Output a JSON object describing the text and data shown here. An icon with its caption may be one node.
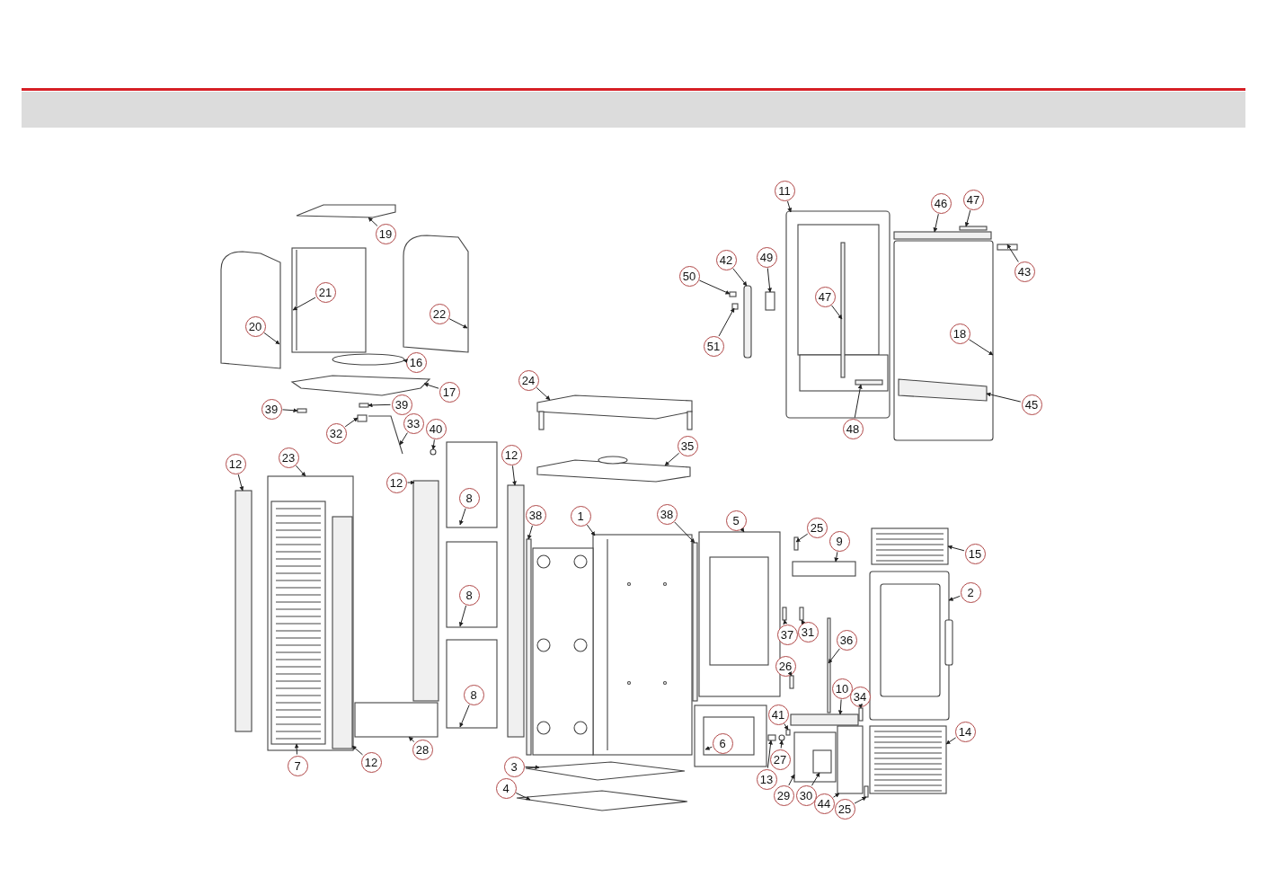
{
  "diagram": {
    "nodes": [
      {
        "text": [
          "11"
        ]
      },
      {
        "text": [
          "46"
        ]
      },
      {
        "text": [
          "47"
        ]
      },
      {
        "text": [
          "19"
        ]
      },
      {
        "text": [
          "42"
        ]
      },
      {
        "text": [
          "49"
        ]
      },
      {
        "text": [
          "50"
        ]
      },
      {
        "text": [
          "43"
        ]
      },
      {
        "text": [
          "21"
        ],
        "in": 68
      },
      {
        "text": [
          "47"
        ],
        "in": 60
      },
      {
        "text": [
          "22"
        ],
        "in": 70
      },
      {
        "text": [
          "20"
        ],
        "in": 71
      },
      {
        "text": [
          "18"
        ],
        "in": 72
      },
      {
        "text": [
          "51"
        ]
      },
      {
        "text": [
          "16"
        ]
      },
      {
        "text": [
          "17"
        ]
      },
      {
        "text": [
          "24"
        ]
      },
      {
        "text": [
          "45"
        ]
      },
      {
        "text": [
          "39"
        ]
      },
      {
        "text": [
          "39"
        ]
      },
      {
        "text": [
          "33"
        ]
      },
      {
        "text": [
          "32"
        ]
      },
      {
        "text": [
          "40"
        ]
      },
      {
        "text": [
          "48"
        ]
      },
      {
        "text": [
          "35"
        ]
      },
      {
        "text": [
          "12"
        ]
      },
      {
        "text": [
          "23"
        ]
      },
      {
        "text": [
          "12"
        ]
      },
      {
        "text": [
          "12"
        ]
      },
      {
        "text": [
          "8"
        ],
        "in": 89
      },
      {
        "text": [
          "38"
        ]
      },
      {
        "text": [
          "1"
        ]
      },
      {
        "text": [
          "38"
        ]
      },
      {
        "text": [
          "5"
        ]
      },
      {
        "text": [
          "25"
        ]
      },
      {
        "text": [
          "9"
        ]
      },
      {
        "text": [
          "15"
        ]
      },
      {
        "text": [
          "2"
        ]
      },
      {
        "text": [
          "8"
        ],
        "in": 98
      },
      {
        "text": [
          "37"
        ]
      },
      {
        "text": [
          "31"
        ]
      },
      {
        "text": [
          "36"
        ]
      },
      {
        "text": [
          "26"
        ]
      },
      {
        "text": [
          "10"
        ]
      },
      {
        "text": [
          "34"
        ]
      },
      {
        "text": [
          "8"
        ],
        "in": 105
      },
      {
        "text": [
          "41"
        ]
      },
      {
        "text": [
          "14"
        ]
      },
      {
        "text": [
          "6"
        ],
        "in": 108
      },
      {
        "text": [
          "27"
        ]
      },
      {
        "text": [
          "28"
        ]
      },
      {
        "text": [
          "7"
        ]
      },
      {
        "text": [
          "12"
        ]
      },
      {
        "text": [
          "3"
        ]
      },
      {
        "text": [
          "13"
        ]
      },
      {
        "text": [
          "4"
        ]
      },
      {
        "text": [
          "29"
        ]
      },
      {
        "text": [
          "30"
        ]
      },
      {
        "text": [
          "44"
        ]
      },
      {
        "text": [
          "25"
        ]
      },
      {
        "text": [],
        "shape": "picture"
      },
      {
        "text": [],
        "shape": "bar"
      },
      {
        "text": [],
        "shape": "bar"
      },
      {
        "text": [],
        "shape": "box"
      },
      {
        "text": [],
        "shape": "bar"
      },
      {
        "text": [],
        "shape": "box"
      },
      {
        "text": [],
        "shape": "box"
      },
      {
        "text": [],
        "shape": "box"
      },
      {
        "text": [],
        "shape": "picture"
      },
      {
        "text": [],
        "shape": "bar",
        "in": 60
      },
      {
        "text": [],
        "shape": "box"
      },
      {
        "text": [],
        "shape": "box"
      },
      {
        "text": [],
        "shape": "picture"
      },
      {
        "text": [],
        "shape": "box"
      },
      {
        "text": [],
        "shape": "circle"
      },
      {
        "text": [],
        "shape": "box"
      },
      {
        "text": [],
        "shape": "picture"
      },
      {
        "text": [],
        "shape": "bar",
        "in": 72
      },
      {
        "text": [],
        "shape": "box"
      },
      {
        "text": [],
        "shape": "box"
      },
      {
        "text": [],
        "shape": "bar"
      },
      {
        "text": [],
        "shape": "box"
      },
      {
        "text": [],
        "shape": "circle"
      },
      {
        "text": [],
        "shape": "bar",
        "in": 60
      },
      {
        "text": [],
        "shape": "picture"
      },
      {
        "text": [],
        "shape": "bar"
      },
      {
        "text": [],
        "shape": "box"
      },
      {
        "text": [],
        "shape": "bar"
      },
      {
        "text": [],
        "shape": "bar"
      },
      {
        "text": [],
        "shape": "box"
      },
      {
        "text": [],
        "shape": "bar"
      },
      {
        "text": [],
        "shape": "picture"
      },
      {
        "text": [],
        "shape": "bar"
      },
      {
        "text": [],
        "shape": "picture"
      },
      {
        "text": [],
        "shape": "box"
      },
      {
        "text": [],
        "shape": "box"
      },
      {
        "text": [],
        "shape": "picture"
      },
      {
        "text": [],
        "shape": "picture"
      },
      {
        "text": [],
        "shape": "box"
      },
      {
        "text": [],
        "shape": "box"
      },
      {
        "text": [],
        "shape": "box"
      },
      {
        "text": [],
        "shape": "bar"
      },
      {
        "text": [],
        "shape": "box"
      },
      {
        "text": [],
        "shape": "bar"
      },
      {
        "text": [],
        "shape": "box"
      },
      {
        "text": [],
        "shape": "box"
      },
      {
        "text": [],
        "shape": "box"
      },
      {
        "text": [],
        "shape": "picture"
      },
      {
        "text": [],
        "shape": "picture"
      },
      {
        "text": [],
        "shape": "circle"
      },
      {
        "text": [],
        "shape": "box"
      },
      {
        "text": [],
        "shape": "picture",
        "in": 86
      },
      {
        "text": [],
        "shape": "bar",
        "in": 86
      },
      {
        "text": [],
        "shape": "box"
      },
      {
        "text": [],
        "shape": "box"
      },
      {
        "text": [],
        "shape": "box"
      },
      {
        "text": [],
        "shape": "box"
      },
      {
        "text": [],
        "shape": "box",
        "in": 116
      },
      {
        "text": [],
        "shape": "box"
      },
      {
        "text": [],
        "shape": "box"
      }
    ],
    "edges": [
      {
        "from": 0,
        "to": 60,
        "arrow": "to"
      },
      {
        "from": 1,
        "to": 61,
        "arrow": "to"
      },
      {
        "from": 2,
        "to": 62,
        "arrow": "to"
      },
      {
        "from": 3,
        "to": 63,
        "arrow": "to"
      },
      {
        "from": 4,
        "to": 64,
        "arrow": "to"
      },
      {
        "from": 5,
        "to": 65,
        "arrow": "to"
      },
      {
        "from": 6,
        "to": 66,
        "arrow": "to"
      },
      {
        "from": 7,
        "to": 67,
        "arrow": "to"
      },
      {
        "from": 8,
        "to": 68,
        "arrow": "to"
      },
      {
        "from": 9,
        "to": 69,
        "arrow": "to"
      },
      {
        "from": 10,
        "to": 70,
        "arrow": "to"
      },
      {
        "from": 11,
        "to": 71,
        "arrow": "to"
      },
      {
        "from": 12,
        "to": 72,
        "arrow": "to"
      },
      {
        "from": 13,
        "to": 73,
        "arrow": "to"
      },
      {
        "from": 14,
        "to": 74,
        "arrow": "to"
      },
      {
        "from": 15,
        "to": 75,
        "arrow": "to"
      },
      {
        "from": 16,
        "to": 76,
        "arrow": "to"
      },
      {
        "from": 17,
        "to": 77,
        "arrow": "to"
      },
      {
        "from": 18,
        "to": 78,
        "arrow": "to"
      },
      {
        "from": 19,
        "to": 79,
        "arrow": "to"
      },
      {
        "from": 20,
        "to": 80,
        "arrow": "to"
      },
      {
        "from": 21,
        "to": 81,
        "arrow": "to"
      },
      {
        "from": 22,
        "to": 82,
        "arrow": "to"
      },
      {
        "from": 23,
        "to": 83,
        "arrow": "to"
      },
      {
        "from": 24,
        "to": 84,
        "arrow": "to"
      },
      {
        "from": 25,
        "to": 85,
        "arrow": "to"
      },
      {
        "from": 26,
        "to": 86,
        "arrow": "to"
      },
      {
        "from": 27,
        "to": 87,
        "arrow": "to"
      },
      {
        "from": 28,
        "to": 88,
        "arrow": "to"
      },
      {
        "from": 29,
        "to": 89,
        "arrow": "to"
      },
      {
        "from": 30,
        "to": 90,
        "arrow": "to"
      },
      {
        "from": 31,
        "to": 91,
        "arrow": "to"
      },
      {
        "from": 32,
        "to": 92,
        "arrow": "to"
      },
      {
        "from": 33,
        "to": 93,
        "arrow": "to"
      },
      {
        "from": 34,
        "to": 94,
        "arrow": "to"
      },
      {
        "from": 35,
        "to": 95,
        "arrow": "to"
      },
      {
        "from": 36,
        "to": 96,
        "arrow": "to"
      },
      {
        "from": 37,
        "to": 97,
        "arrow": "to"
      },
      {
        "from": 38,
        "to": 98,
        "arrow": "to"
      },
      {
        "from": 39,
        "to": 99,
        "arrow": "to"
      },
      {
        "from": 40,
        "to": 100,
        "arrow": "to"
      },
      {
        "from": 41,
        "to": 101,
        "arrow": "to"
      },
      {
        "from": 42,
        "to": 102,
        "arrow": "to"
      },
      {
        "from": 43,
        "to": 103,
        "arrow": "to"
      },
      {
        "from": 44,
        "to": 104,
        "arrow": "to"
      },
      {
        "from": 45,
        "to": 105,
        "arrow": "to"
      },
      {
        "from": 46,
        "to": 106,
        "arrow": "to"
      },
      {
        "from": 47,
        "to": 107,
        "arrow": "to"
      },
      {
        "from": 48,
        "to": 108,
        "arrow": "to"
      },
      {
        "from": 49,
        "to": 109,
        "arrow": "to"
      },
      {
        "from": 50,
        "to": 110,
        "arrow": "to"
      },
      {
        "from": 51,
        "to": 111,
        "arrow": "to"
      },
      {
        "from": 52,
        "to": 112,
        "arrow": "to"
      },
      {
        "from": 53,
        "to": 113,
        "arrow": "to"
      },
      {
        "from": 54,
        "to": 114,
        "arrow": "to"
      },
      {
        "from": 55,
        "to": 115,
        "arrow": "to"
      },
      {
        "from": 56,
        "to": 116,
        "arrow": "to"
      },
      {
        "from": 57,
        "to": 117,
        "arrow": "to"
      },
      {
        "from": 58,
        "to": 118,
        "arrow": "to"
      },
      {
        "from": 59,
        "to": 119,
        "arrow": "to"
      }
    ]
  }
}
